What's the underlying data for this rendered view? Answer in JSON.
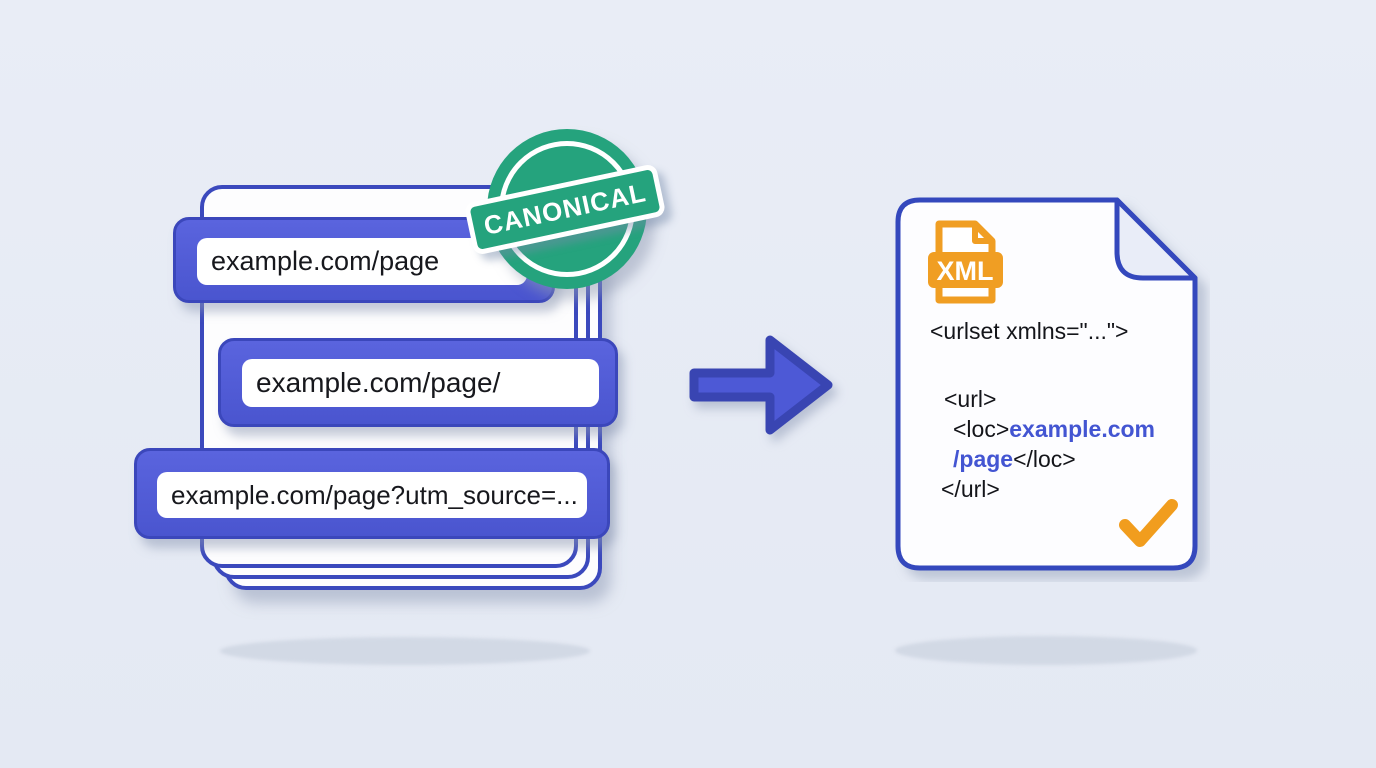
{
  "illustration": {
    "left_stack": {
      "url_bars": [
        {
          "url": "example.com/page"
        },
        {
          "url": "example.com/page/"
        },
        {
          "url": "example.com/page?utm_source=..."
        }
      ]
    },
    "stamp": {
      "label": "CANONICAL",
      "color": "#25a37d"
    },
    "sitemap_document": {
      "file_badge": "XML",
      "code": {
        "urlset_open": "<urlset xmlns=\"...\">",
        "url_open": "<url>",
        "loc_open": "<loc>",
        "loc_value_line1": "example.com",
        "loc_value_line2": "/page",
        "loc_close": "</loc>",
        "url_close": "</url>"
      }
    },
    "accent_colors": {
      "blue": "#4d58d4",
      "blue_dark": "#3947b8",
      "doc_border_blue": "#3448bd",
      "green": "#25a37d",
      "orange": "#f09e23",
      "link_blue": "#4355d2",
      "background": "#e6ebf4"
    }
  }
}
